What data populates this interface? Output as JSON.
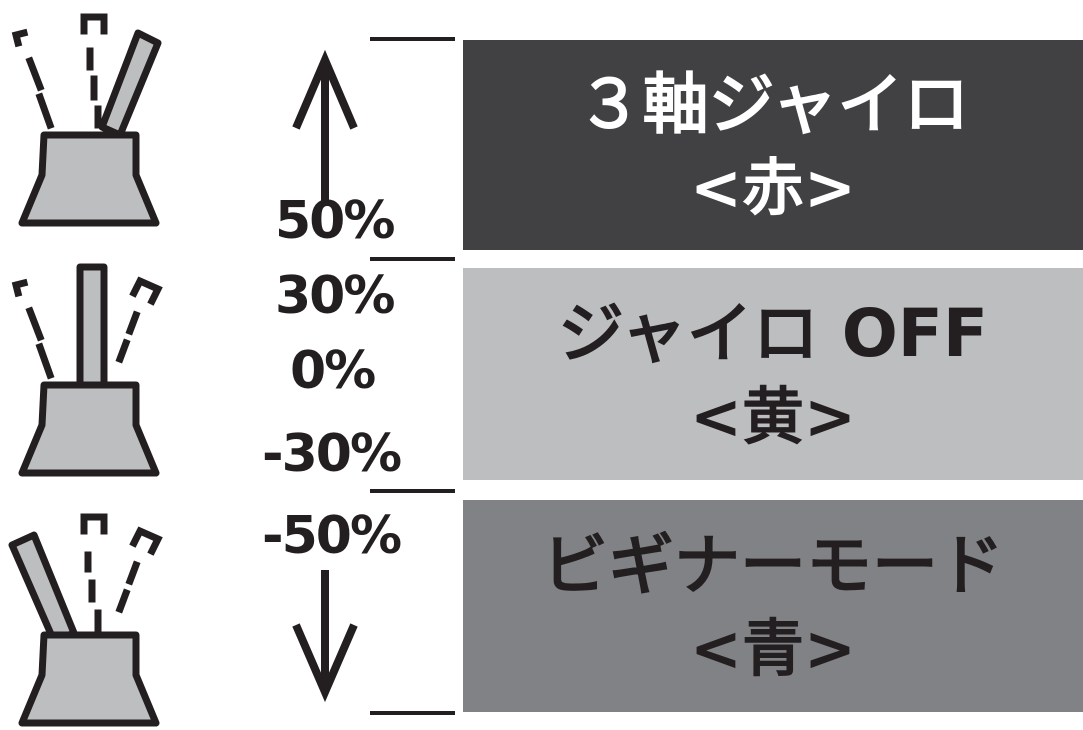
{
  "modes": [
    {
      "line1": "３軸ジャイロ",
      "line2": "<赤>"
    },
    {
      "line1": "ジャイロ OFF",
      "line2": "<黄>"
    },
    {
      "line1": "ビギナーモード",
      "line2": "<青>"
    }
  ],
  "labels": {
    "p50": "50%",
    "p30": "30%",
    "p0": "0%",
    "m30": "-30%",
    "m50": "-50%"
  },
  "colors": {
    "gyro_panel": "#414042",
    "off_panel": "#bcbec0",
    "beginner_panel": "#808285",
    "ink": "#231f20"
  }
}
